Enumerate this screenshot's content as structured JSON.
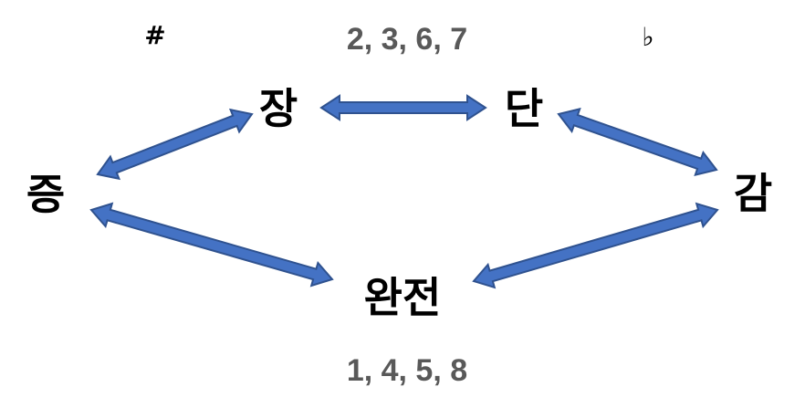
{
  "diagram": {
    "symbols": {
      "sharp": "#",
      "flat": "♭"
    },
    "number_groups": {
      "top": "2, 3, 6, 7",
      "bottom": "1, 4, 5, 8"
    },
    "nodes": {
      "augmented": "증",
      "major": "장",
      "minor": "단",
      "diminished": "감",
      "perfect": "완전"
    },
    "arrow_color": "#4472c4",
    "arrow_outline_color": "#2f528f",
    "number_color": "#595959"
  }
}
